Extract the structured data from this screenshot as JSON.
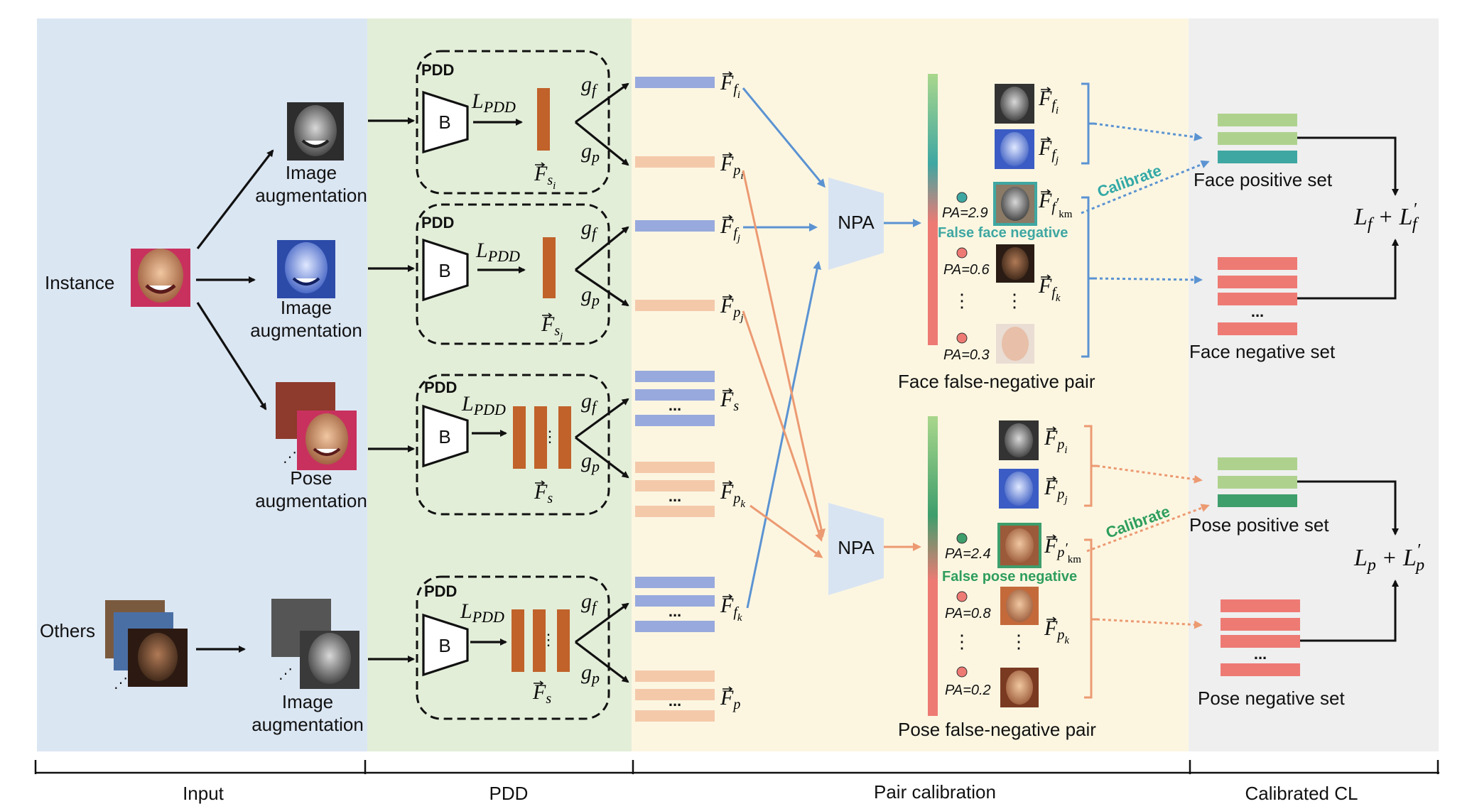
{
  "colors": {
    "input_bg": "#dbe6f3",
    "pdd_bg": "#e3eed9",
    "pair_bg": "#fcf6e1",
    "ccl_bg": "#efefef",
    "face_blue": "#98a9dd",
    "pose_peach": "#f4c9aa",
    "brown": "#c0622a",
    "green_light": "#aed28e",
    "teal": "#3fa7a2",
    "green_dark": "#3e9e6c",
    "salmon": "#ee7a74",
    "arrow_blue": "#5b93d2",
    "arrow_orange": "#ec9a72",
    "npa_fill": "#d9e4f2",
    "calibrate_teal": "#33a8a6",
    "calibrate_green": "#2e9e5c"
  },
  "labels": {
    "instance": "Instance",
    "others": "Others",
    "img_aug_1a": "Image",
    "img_aug_1b": "augmentation",
    "img_aug_2a": "Image",
    "img_aug_2b": "augmentation",
    "pose_aug_a": "Pose",
    "pose_aug_b": "augmentation",
    "img_aug_3a": "Image",
    "img_aug_3b": "augmentation",
    "pdd_box": "PDD",
    "backbone": "B",
    "npa": "NPA",
    "ellipsis": "...",
    "vdots": "⋮",
    "face_fn_pair": "Face false-negative pair",
    "pose_fn_pair": "Pose false-negative pair",
    "false_face_negative": "False face negative",
    "false_pose_negative": "False pose negative",
    "calibrate": "Calibrate",
    "face_positive_set": "Face positive set",
    "face_negative_set": "Face negative set",
    "pose_positive_set": "Pose positive set",
    "pose_negative_set": "Pose negative set",
    "pa_face_1": "PA=2.9",
    "pa_face_2": "PA=0.6",
    "pa_face_3": "PA=0.3",
    "pa_pose_1": "PA=2.4",
    "pa_pose_2": "PA=0.8",
    "pa_pose_3": "PA=0.2"
  },
  "math": {
    "L": "L",
    "PDD": "PDD",
    "g": "g",
    "f": "f",
    "p": "p",
    "F": "F",
    "s": "s",
    "i": "i",
    "j": "j",
    "k": "k",
    "km": "km",
    "prime": "′",
    "plus": "+"
  },
  "sections": [
    "Input",
    "PDD",
    "Pair calibration",
    "Calibrated CL"
  ],
  "icons": {
    "vector_arrow": "→"
  }
}
